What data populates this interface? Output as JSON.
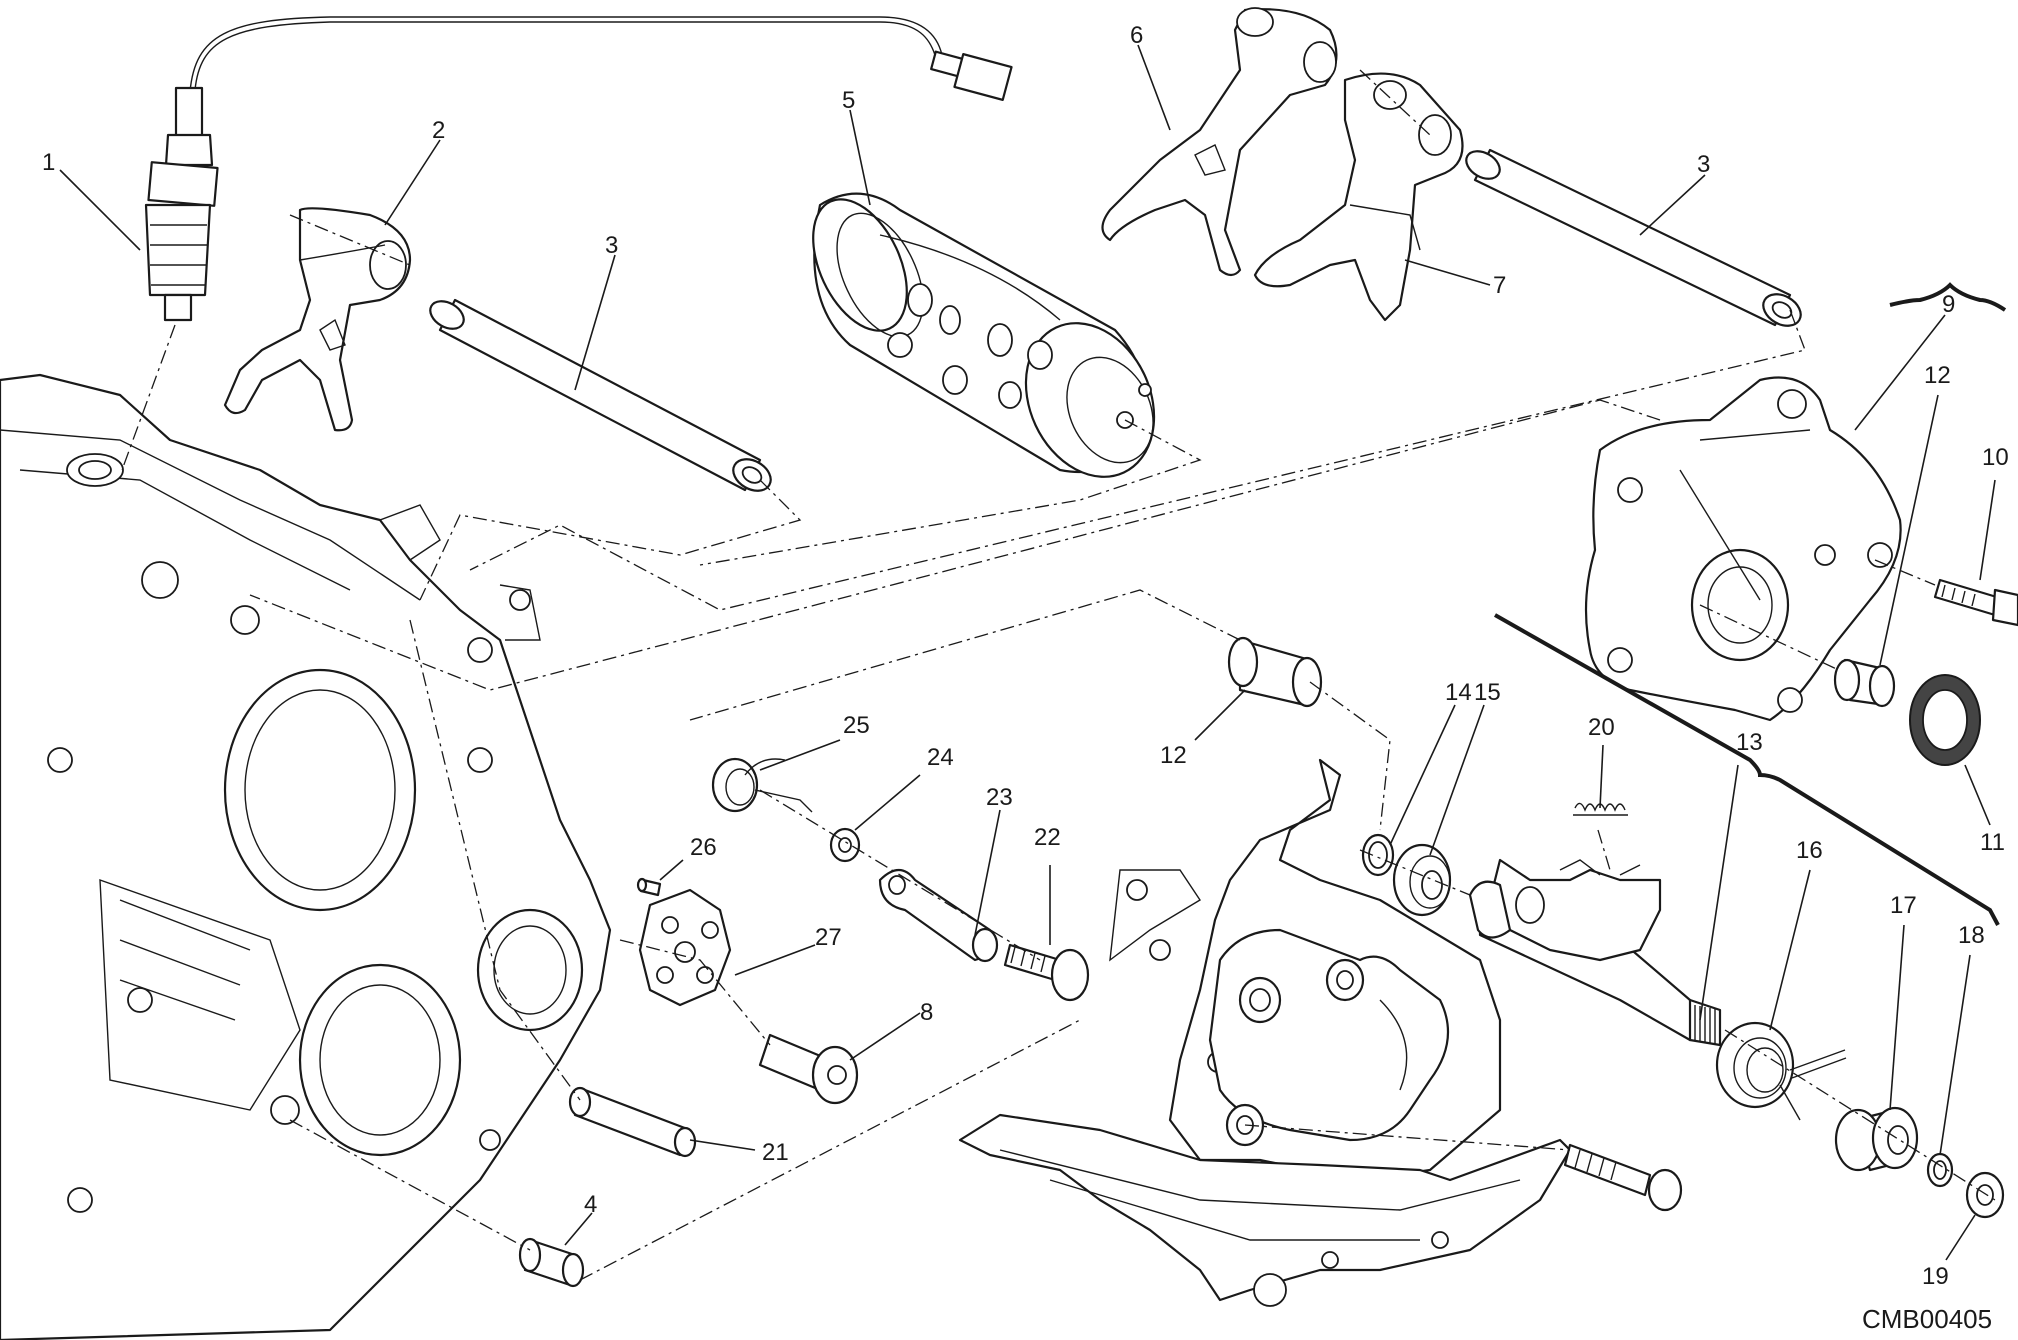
{
  "diagram": {
    "drawing_code": "CMB00405",
    "callouts": [
      "1",
      "2",
      "3",
      "3",
      "4",
      "5",
      "6",
      "7",
      "8",
      "9",
      "10",
      "11",
      "12",
      "12",
      "13",
      "14",
      "15",
      "16",
      "17",
      "18",
      "19",
      "20",
      "21",
      "22",
      "23",
      "24",
      "25",
      "26",
      "27"
    ]
  }
}
